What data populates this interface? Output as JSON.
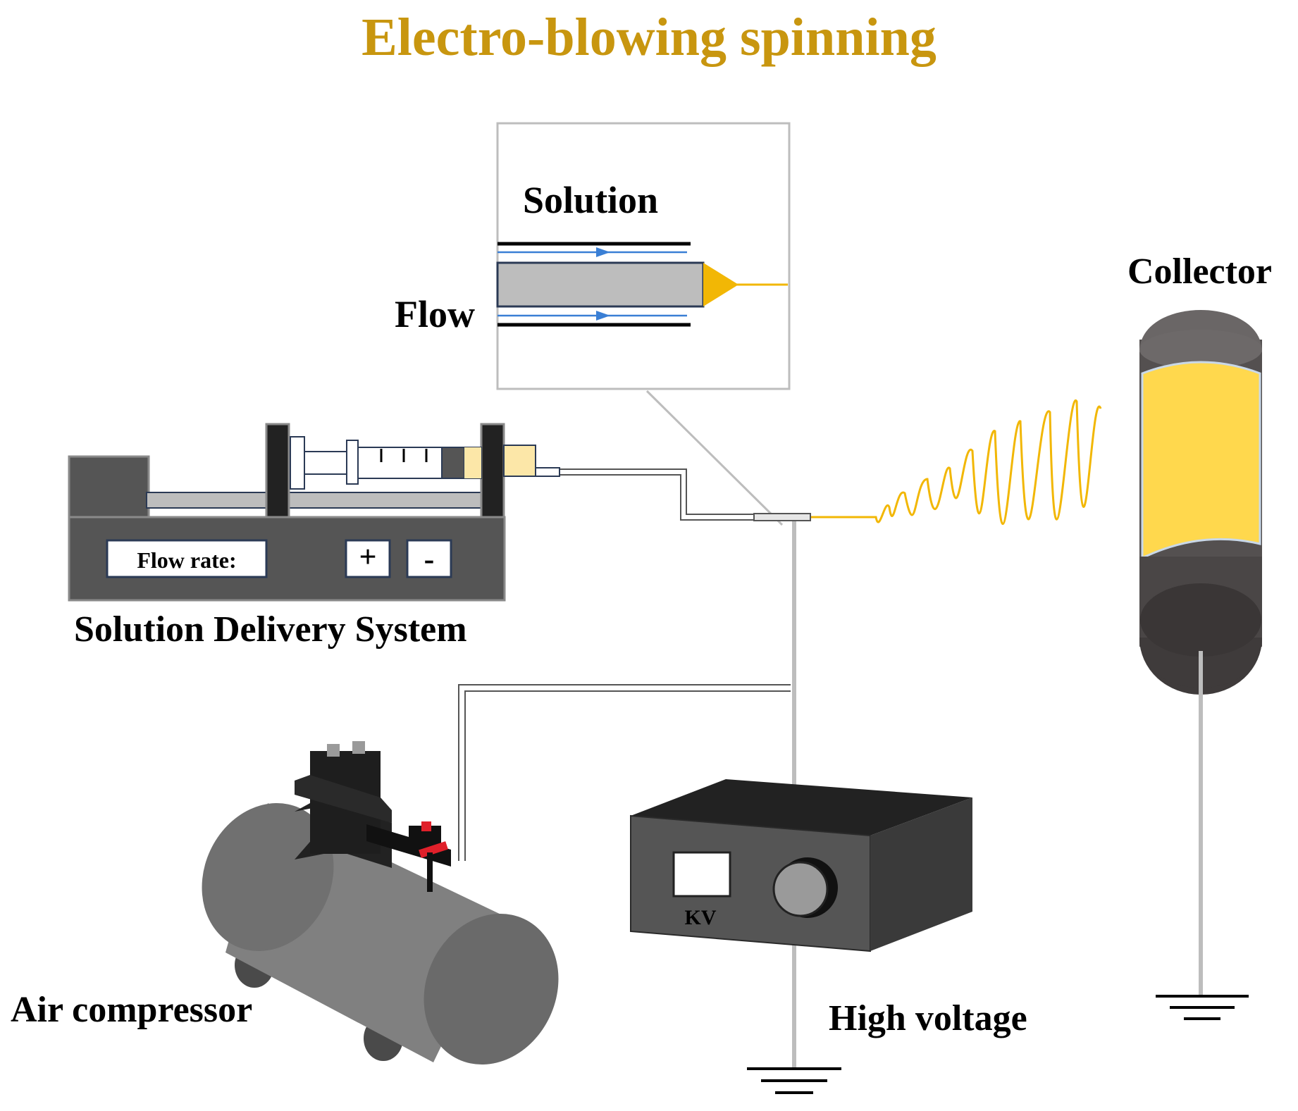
{
  "title": "Electro-blowing spinning",
  "labels": {
    "solution": "Solution",
    "flow": "Flow",
    "collector": "Collector",
    "flow_rate": "Flow rate:",
    "plus": "+",
    "minus": "-",
    "solution_delivery_system": "Solution Delivery System",
    "air_compressor": "Air compressor",
    "kv": "KV",
    "high_voltage": "High voltage"
  },
  "colors": {
    "title": "#C8960F",
    "jet": "#F2B705",
    "collector_band": "#FFD84D",
    "flow_arrow": "#3A7FD5",
    "dark_gray": "#555555",
    "mid_gray": "#8A8A8A",
    "light_gray": "#BDBDBD",
    "red_valve": "#E0202A"
  }
}
